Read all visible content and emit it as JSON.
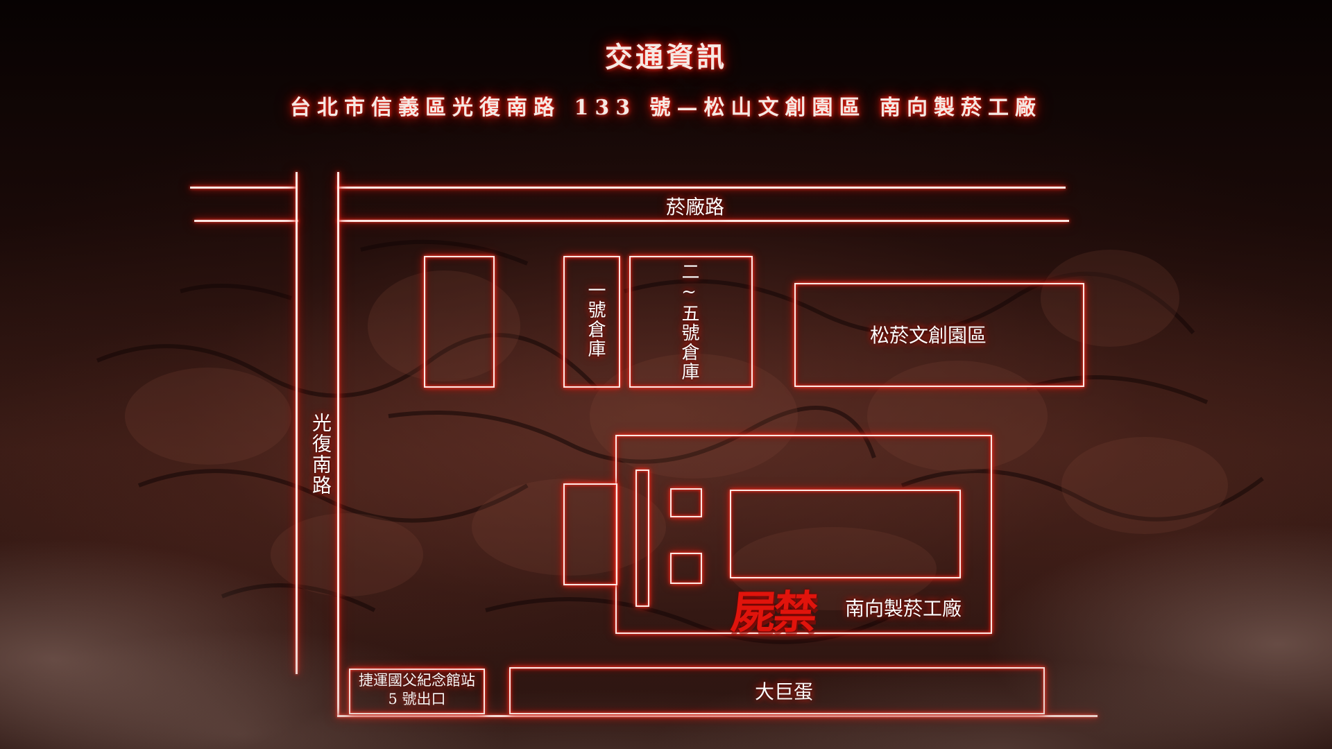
{
  "header": {
    "title": "交通資訊",
    "address": "台北市信義區光復南路 133 號—松山文創園區 南向製菸工廠"
  },
  "map": {
    "road_top": "菸廠路",
    "road_left": "光復南路",
    "warehouse_1": "一號倉庫",
    "warehouse_2_5": "二~五號倉庫",
    "songshan_park": "松菸文創園區",
    "south_factory": "南向製菸工廠",
    "logo": "屍禁",
    "mrt_line1": "捷運國父紀念館站",
    "mrt_line2": "5 號出口",
    "dome": "大巨蛋"
  },
  "colors": {
    "glow": "#ff2a1a",
    "line": "#ffe8e4",
    "logo": "#e0140c",
    "background": "#0d0504"
  }
}
